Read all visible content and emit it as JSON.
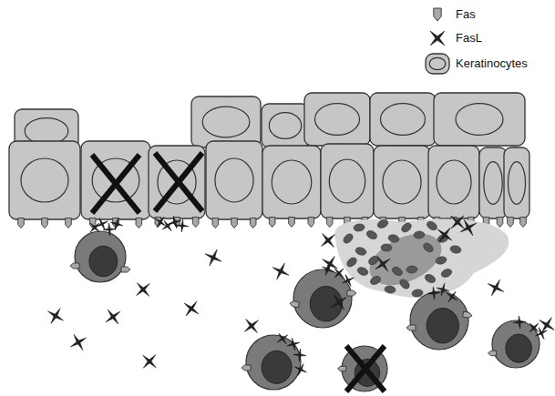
{
  "diagram": {
    "legend": [
      {
        "text": "Fas"
      },
      {
        "text": "FasL"
      },
      {
        "text": "Keratinocytes"
      }
    ]
  }
}
